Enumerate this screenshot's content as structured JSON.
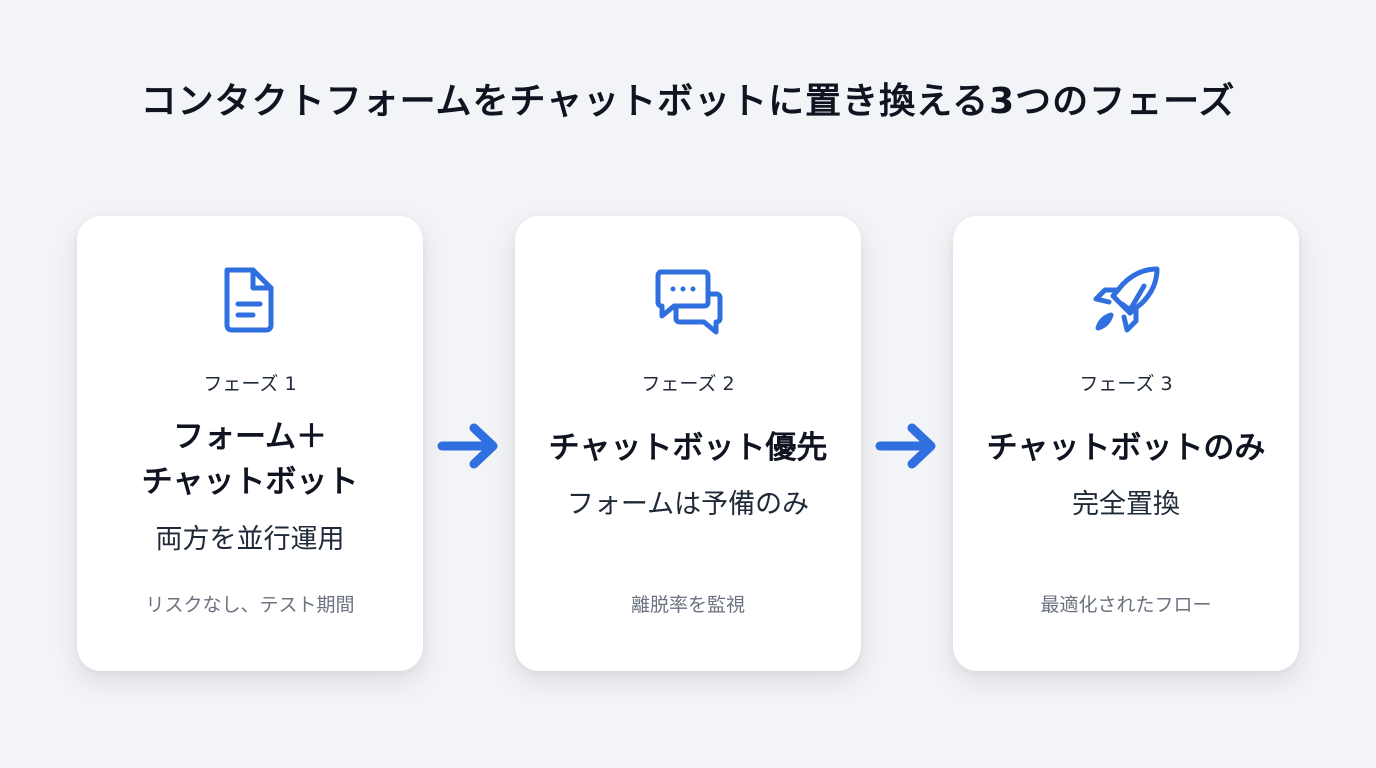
{
  "title": "コンタクトフォームをチャットボットに置き換える3つのフェーズ",
  "colors": {
    "accent": "#2f6fdf",
    "background": "#f3f4f7",
    "card": "#ffffff",
    "muted_text": "#6b7280"
  },
  "phases": [
    {
      "icon": "document-icon",
      "label": "フェーズ 1",
      "title_line1": "フォーム＋",
      "title_line2": "チャットボット",
      "subtitle": "両方を並行運用",
      "note": "リスクなし、テスト期間"
    },
    {
      "icon": "chat-bubbles-icon",
      "label": "フェーズ 2",
      "title": "チャットボット優先",
      "subtitle": "フォームは予備のみ",
      "note": "離脱率を監視"
    },
    {
      "icon": "rocket-icon",
      "label": "フェーズ 3",
      "title": "チャットボットのみ",
      "subtitle": "完全置換",
      "note": "最適化されたフロー"
    }
  ],
  "connectors": [
    "arrow-right-icon",
    "arrow-right-icon"
  ]
}
